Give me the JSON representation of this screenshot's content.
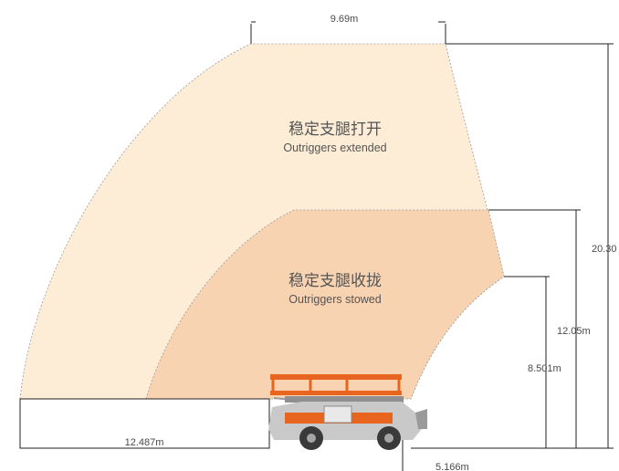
{
  "zones": {
    "extended": {
      "label_cn": "稳定支腿打开",
      "label_en": "Outriggers extended",
      "fill": "#fdecd6"
    },
    "stowed": {
      "label_cn": "稳定支腿收拢",
      "label_en": "Outriggers stowed",
      "fill": "#f8d3b1"
    }
  },
  "dimensions": {
    "top_width": "9.69m",
    "max_height": "20.30",
    "stowed_height": "12.05m",
    "edge_height": "8.501m",
    "front_reach": "5.166m",
    "rear_reach": "12.487m"
  },
  "colors": {
    "machine_orange": "#e8651f",
    "machine_grey": "#c9c9c9",
    "tire": "#3a3a3a"
  }
}
